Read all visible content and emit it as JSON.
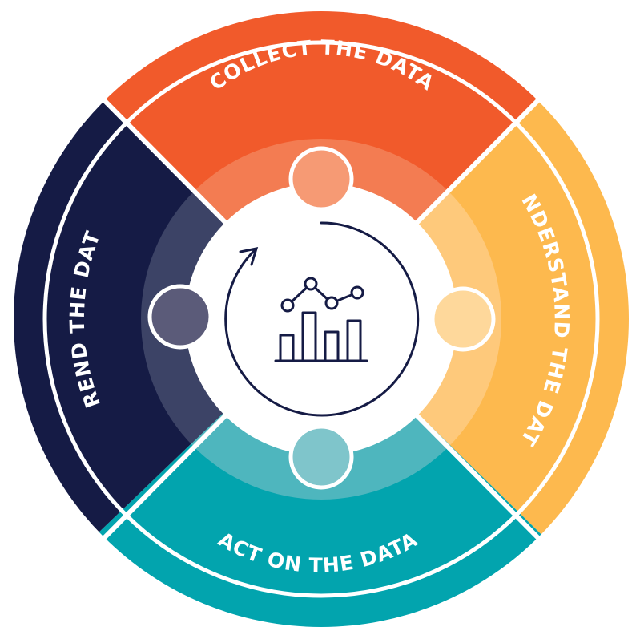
{
  "diagram": {
    "type": "cycle",
    "stages": [
      {
        "key": "collect",
        "label": "COLLECT THE DATA",
        "outer_color": "#F15A2B",
        "inner_color": "#F37C52",
        "node_color": "#F69A74"
      },
      {
        "key": "understand",
        "label": "UNDERSTAND THE DATA",
        "outer_color": "#FDB94E",
        "inner_color": "#FEC97B",
        "node_color": "#FED89B"
      },
      {
        "key": "act",
        "label": "ACT ON THE DATA",
        "outer_color": "#02A4AE",
        "inner_color": "#4EB6BE",
        "node_color": "#7FC5CB"
      },
      {
        "key": "trend",
        "label": "TREND THE DATA",
        "outer_color": "#151B45",
        "inner_color": "#3C4366",
        "node_color": "#5B5B79"
      }
    ],
    "center": {
      "icon": "analytics-chart-icon",
      "arrow_icon": "circular-arrow-icon",
      "stroke_color": "#151B45"
    }
  }
}
